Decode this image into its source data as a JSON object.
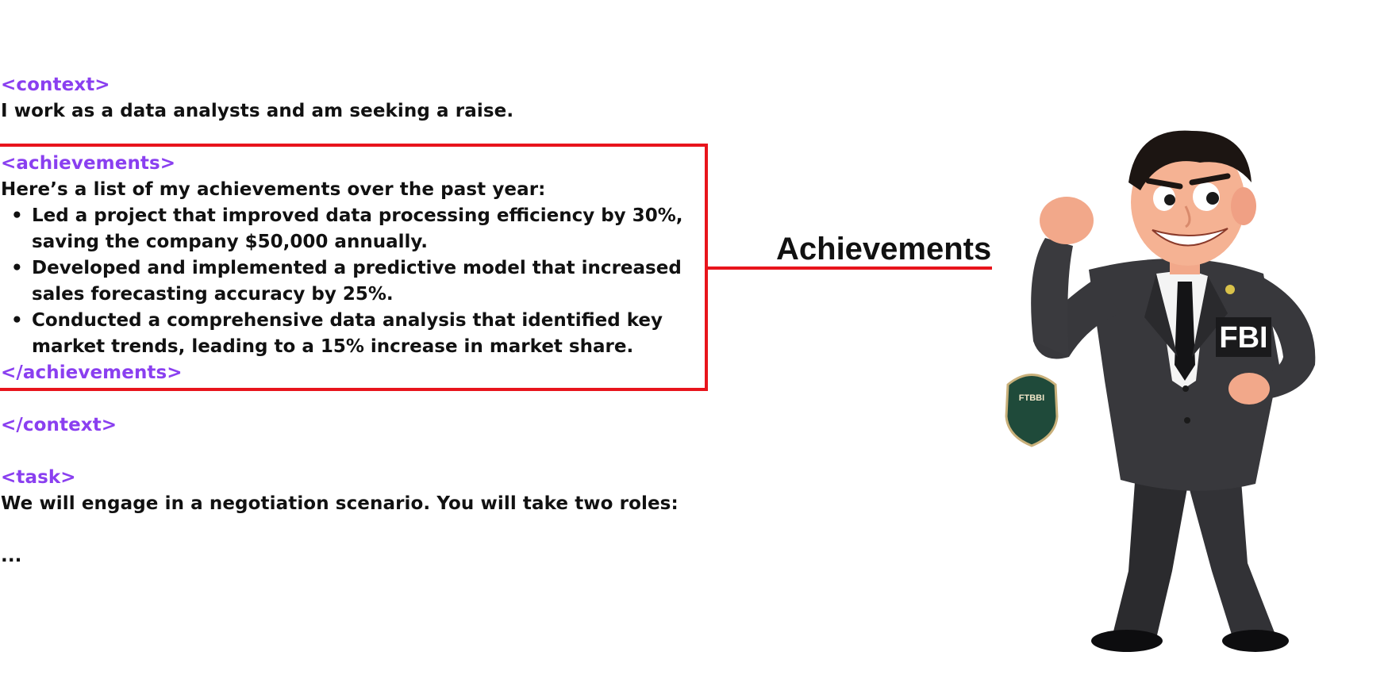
{
  "prompt": {
    "context_open": "<context>",
    "context_text": "I work as a data analysts and am seeking a raise.",
    "achievements_open": "<achievements>",
    "achievements_intro": "Here’s a list of my achievements over the past year:",
    "achievements": [
      {
        "line1": "Led a project that improved data processing efficiency by 30%,",
        "line2": "saving the company $50,000 annually."
      },
      {
        "line1": "Developed and implemented a predictive model that increased",
        "line2": "sales forecasting accuracy by 25%."
      },
      {
        "line1": "Conducted a comprehensive data analysis that identified key",
        "line2": "market trends, leading to a 15% increase in market share."
      }
    ],
    "achievements_close": "</achievements>",
    "context_close": "</context>",
    "task_open": "<task>",
    "task_text": "We will engage in a negotiation scenario. You will take two roles:",
    "ellipsis": "..."
  },
  "callout": {
    "label": "Achievements",
    "color": "#e8141c"
  },
  "figure": {
    "badge_text": "FBI",
    "shield_text": "FTBBI"
  },
  "colors": {
    "tag": "#8a3ff0",
    "text": "#111111",
    "highlight": "#e8141c"
  }
}
